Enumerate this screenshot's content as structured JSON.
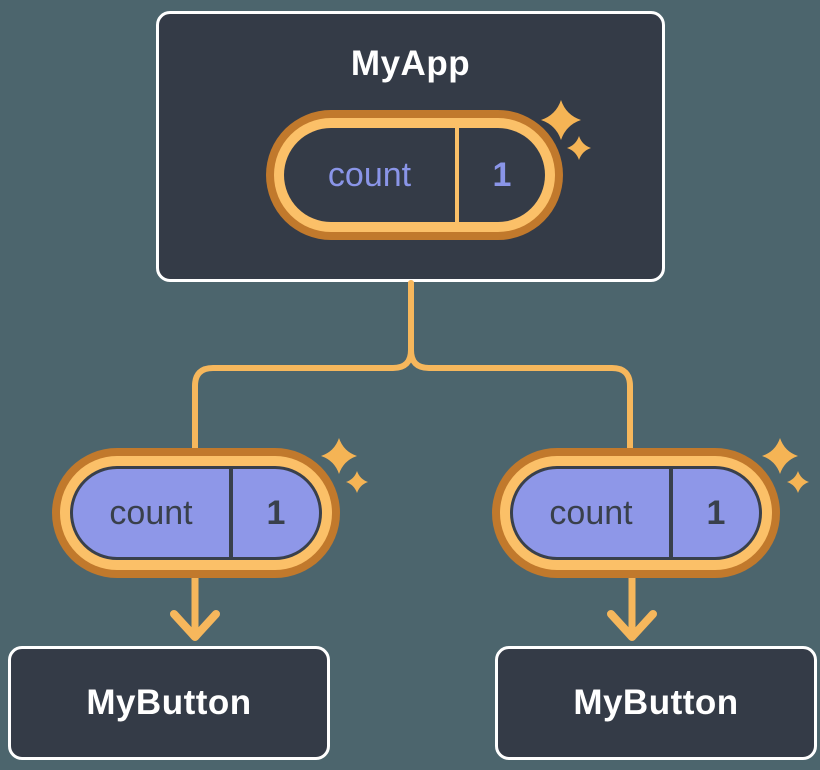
{
  "diagram": {
    "root": {
      "title": "MyApp",
      "state": {
        "label": "count",
        "value": "1"
      }
    },
    "children": [
      {
        "title": "MyButton",
        "state": {
          "label": "count",
          "value": "1"
        }
      },
      {
        "title": "MyButton",
        "state": {
          "label": "count",
          "value": "1"
        }
      }
    ]
  },
  "icons": {
    "sparkle": "✦"
  },
  "colors": {
    "background": "#4c656d",
    "node_fill": "#343b47",
    "node_border": "#ffffff",
    "connector": "#f6b75c",
    "pill_ring_outer": "#c1792c",
    "pill_ring_inner": "#fbc068",
    "pill_fill_child": "#8e97e8",
    "pill_text_root": "#8a95e8",
    "pill_text_child": "#39404b",
    "sparkle": "#f5b455"
  }
}
